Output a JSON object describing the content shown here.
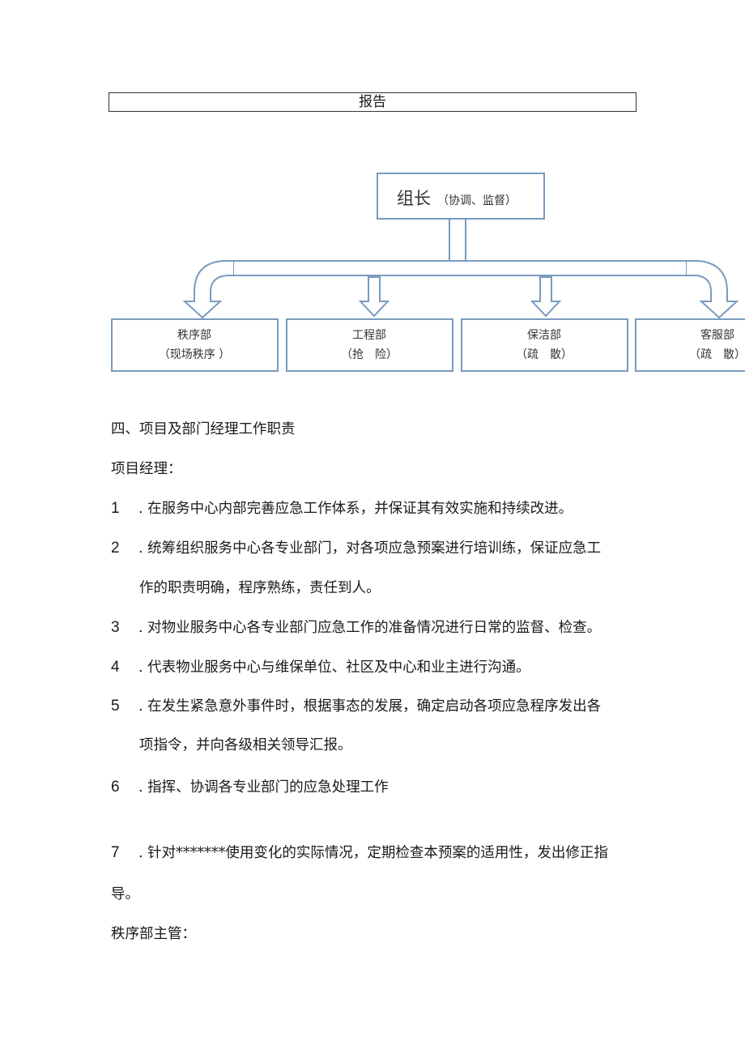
{
  "report_title": "报告",
  "org_chart": {
    "leader": {
      "name": "组长",
      "role": "（协调、监督）"
    },
    "departments": [
      {
        "name": "秩序部",
        "role": "（现场秩序 ）"
      },
      {
        "name": "工程部",
        "role": "（抢　险）"
      },
      {
        "name": "保洁部",
        "role": "（疏　散）"
      },
      {
        "name": "客服部",
        "role": "（疏　散）"
      }
    ]
  },
  "section_heading": "四、项目及部门经理工作职责",
  "project_manager": {
    "label": "项目经理：",
    "items": [
      {
        "num": "1",
        "line1": ". 在服务中心内部完善应急工作体系，并保证其有效实施和持续改进。",
        "line2": ""
      },
      {
        "num": "2",
        "line1": ". 统筹组织服务中心各专业部门，对各项应急预案进行培训练，保证应急工",
        "line2": "作的职责明确，程序熟练，责任到人。"
      },
      {
        "num": "3",
        "line1": ". 对物业服务中心各专业部门应急工作的准备情况进行日常的监督、检查。",
        "line2": ""
      },
      {
        "num": "4",
        "line1": ". 代表物业服务中心与维保单位、社区及中心和业主进行沟通。",
        "line2": ""
      },
      {
        "num": "5",
        "line1": ". 在发生紧急意外事件时，根据事态的发展，确定启动各项应急程序发出各",
        "line2": "项指令，并向各级相关领导汇报。"
      },
      {
        "num": "6",
        "line1": ". 指挥、协调各专业部门的应急处理工作",
        "line2": ""
      },
      {
        "num": "7",
        "line1": ". 针对*******使用变化的实际情况，定期检查本预案的适用性，发出修正指",
        "line2": "导。"
      }
    ]
  },
  "security_supervisor_label": "秩序部主管："
}
